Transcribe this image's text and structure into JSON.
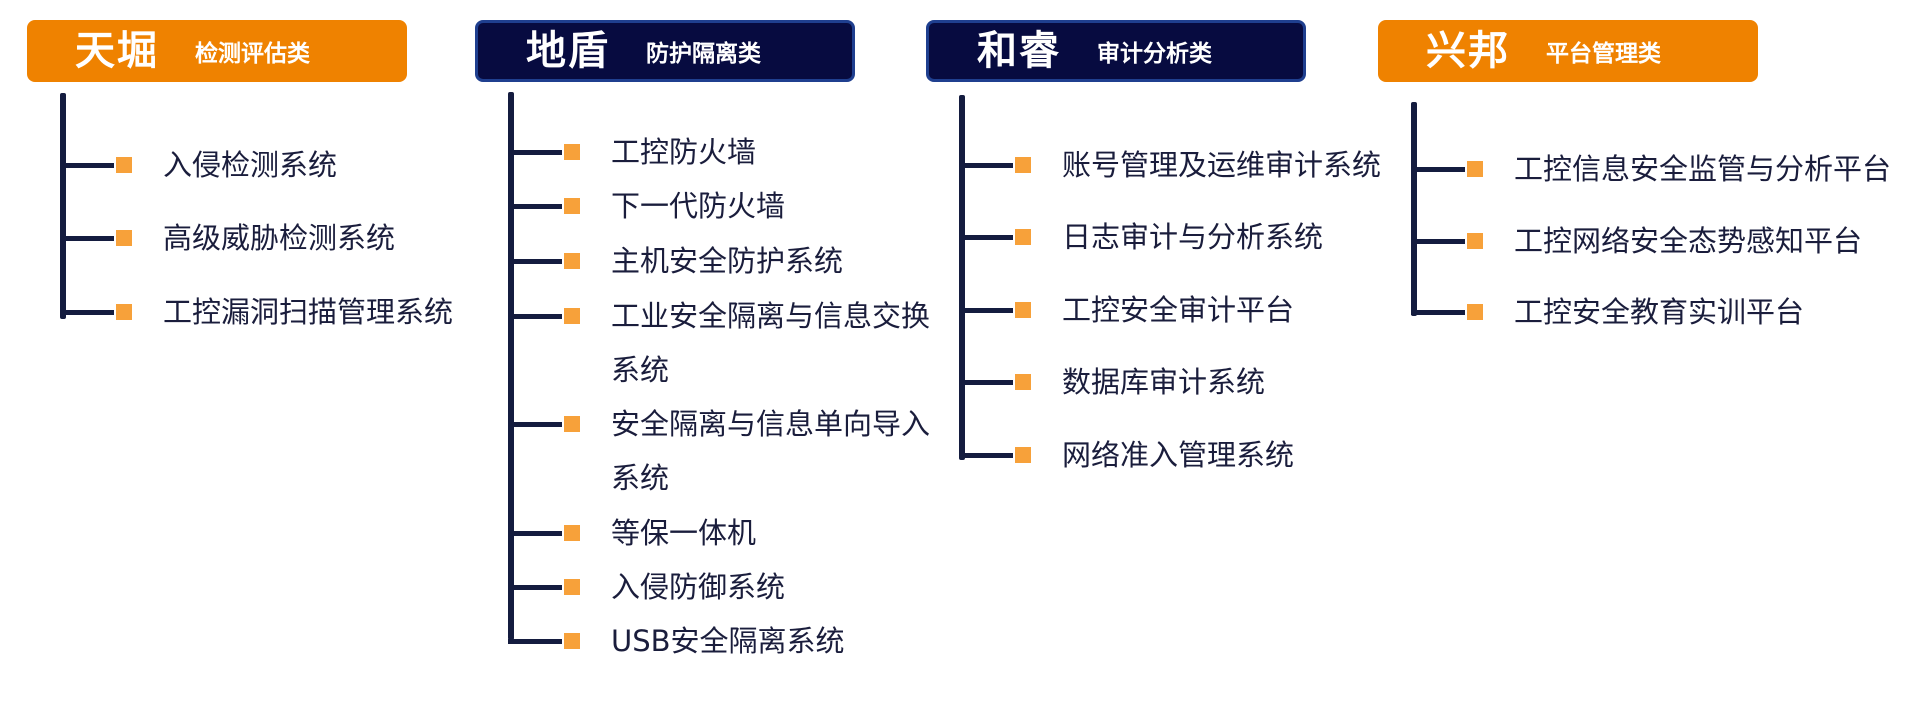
{
  "colors": {
    "orange_header": "#ef8200",
    "navy_header": "#070b40",
    "navy_border": "#1f3f8f",
    "tree_line": "#141c3f",
    "bullet": "#f7a13a",
    "text": "#1a1d3c"
  },
  "columns": [
    {
      "brand": "天堀",
      "category": "检测评估类",
      "style": "orange",
      "items": [
        "入侵检测系统",
        "高级威胁检测系统",
        "工控漏洞扫描管理系统"
      ]
    },
    {
      "brand": "地盾",
      "category": "防护隔离类",
      "style": "navy",
      "items": [
        "工控防火墙",
        "下一代防火墙",
        "主机安全防护系统",
        "工业安全隔离与信息交换系统",
        "安全隔离与信息单向导入系统",
        "等保一体机",
        "入侵防御系统",
        "USB安全隔离系统"
      ]
    },
    {
      "brand": "和睿",
      "category": "审计分析类",
      "style": "navy",
      "items": [
        "账号管理及运维审计系统",
        "日志审计与分析系统",
        "工控安全审计平台",
        "数据库审计系统",
        "网络准入管理系统"
      ]
    },
    {
      "brand": "兴邦",
      "category": "平台管理类",
      "style": "orange",
      "items": [
        "工控信息安全监管与分析平台",
        "工控网络安全态势感知平台",
        "工控安全教育实训平台"
      ]
    }
  ]
}
